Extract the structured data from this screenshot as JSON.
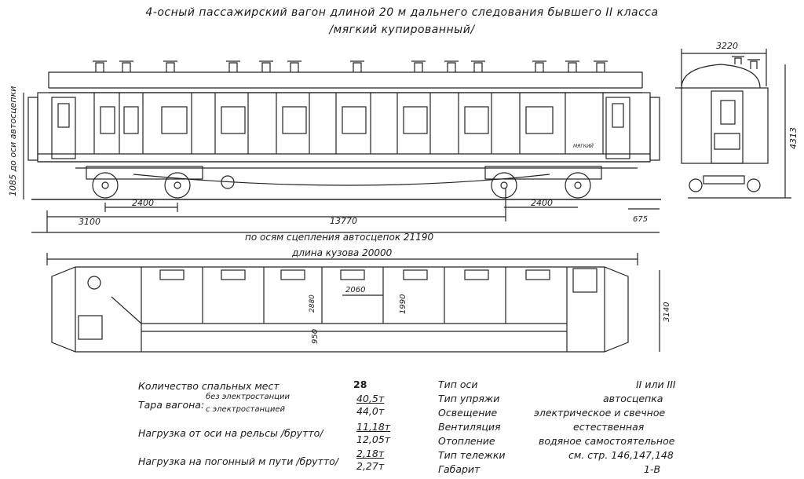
{
  "title": {
    "line1": "4-осный пассажирский вагон длиной 20 м дальнего следования бывшего II класса",
    "line2": "/мягкий купированный/"
  },
  "side_view": {
    "label_markings": "МЯГКИЙ",
    "dims": {
      "height_axis": "1085 до оси автосцепки",
      "bogie_base_left": "2400",
      "bogie_base_right": "2400",
      "end_to_bogie": "3100",
      "bogie_centers": "13770",
      "overhang": "675",
      "coupling_length": "по осям сцепления автосцепок 21190"
    }
  },
  "end_view": {
    "width": "3220",
    "height": "4313"
  },
  "plan_view": {
    "body_length": "длина кузова 20000",
    "dims": {
      "compartment": "2060",
      "aisle_width": "1990",
      "inner_width": "2880",
      "corridor": "950",
      "total_width": "3140"
    }
  },
  "specs_left": {
    "berths_label": "Количество спальных мест",
    "berths_value": "28",
    "tare_label": "Тара вагона:",
    "tare_no_power": "без электростанции",
    "tare_no_power_value": "40,5т",
    "tare_power": "с электростанцией",
    "tare_power_value": "44,0т",
    "axle_load_label": "Нагрузка от оси на рельсы /брутто/",
    "axle_load_v1": "11,18т",
    "axle_load_v2": "12,05т",
    "meter_load_label": "Нагрузка на погонный м пути /брутто/",
    "meter_load_v1": "2,18т",
    "meter_load_v2": "2,27т"
  },
  "specs_right": {
    "axle_type_label": "Тип оси",
    "axle_type_value": "II или III",
    "coupler_label": "Тип упряжи",
    "coupler_value": "автосцепка",
    "lighting_label": "Освещение",
    "lighting_value": "электрическое и свечное",
    "ventilation_label": "Вентиляция",
    "ventilation_value": "естественная",
    "heating_label": "Отопление",
    "heating_value": "водяное самостоятельное",
    "bogie_label": "Тип тележки",
    "bogie_value": "см. стр. 146,147,148",
    "gauge_label": "Габарит",
    "gauge_value": "1-В"
  }
}
